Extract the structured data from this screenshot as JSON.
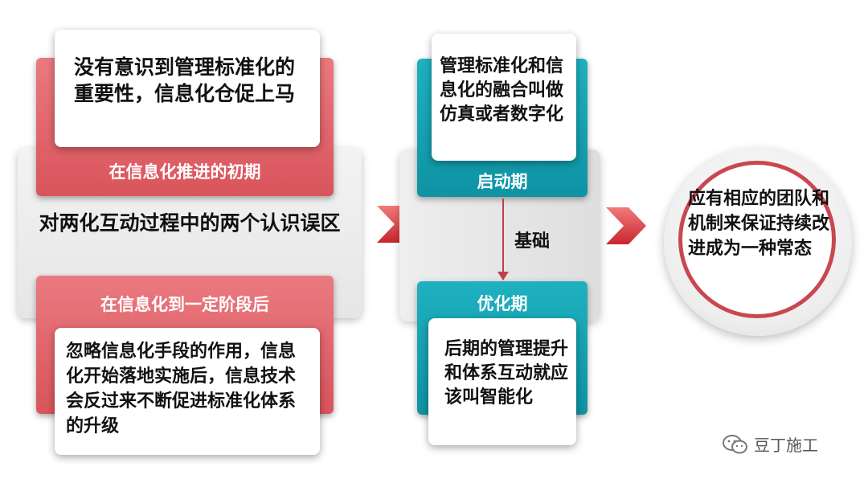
{
  "left": {
    "top_card_text": "没有意识到管理标准化的重要性，信息化仓促上马",
    "top_bar_label": "在信息化推进的初期",
    "center_text": "对两化互动过程中的两个认识误区",
    "bottom_bar_label": "在信息化到一定阶段后",
    "bottom_card_text": "忽略信息化手段的作用，信息化开始落地实施后，信息技术会反过来不断促进标准化体系的升级"
  },
  "middle": {
    "top_card_text": "管理标准化和信息化的融合叫做仿真或者数字化",
    "top_bar_label": "启动期",
    "arrow_label": "基础",
    "bottom_bar_label": "优化期",
    "bottom_card_text": "后期的管理提升和体系互动就应该叫智能化"
  },
  "right": {
    "circle_text": "应有相应的团队和机制来保证持续改进成为一种常态"
  },
  "watermark": {
    "text": "豆丁施工",
    "icon": "wechat-icon"
  },
  "colors": {
    "red": "#d9545b",
    "teal": "#0e93a3",
    "ring": "#c9474f"
  }
}
